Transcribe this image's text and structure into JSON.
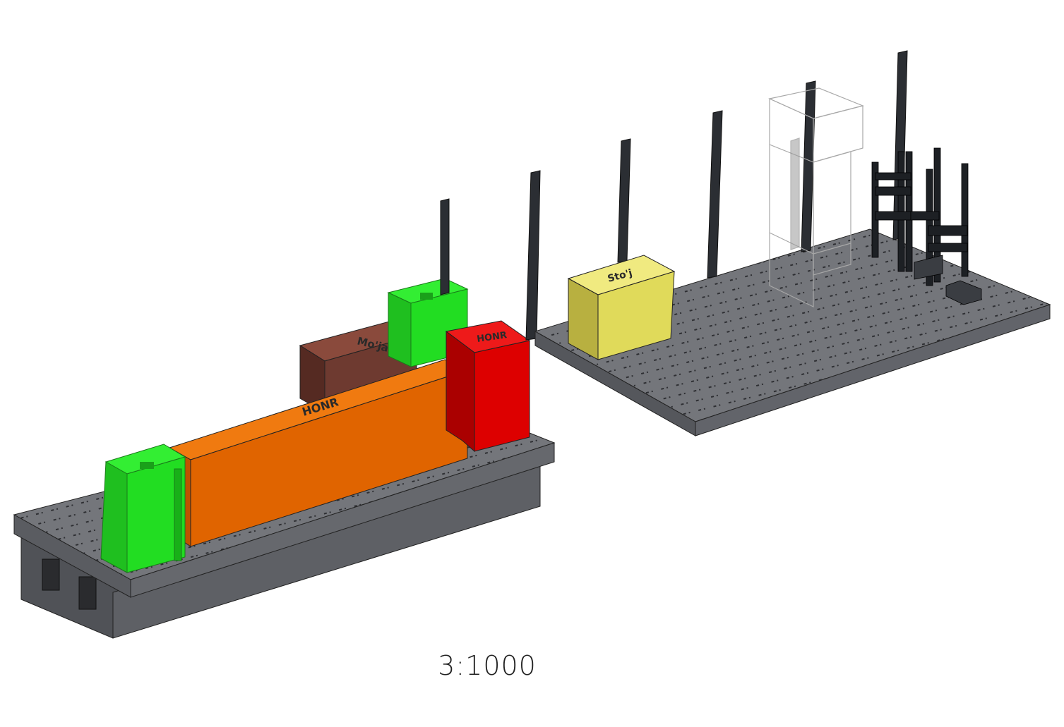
{
  "labels": {
    "orange_block": "HONR",
    "brown_block": "Mo'ja",
    "red_block": "HONR",
    "yellow_block": "Sto'j"
  },
  "scale": "3:1000",
  "colors": {
    "table": "#6a6c70",
    "green": "#22dd22",
    "orange": "#e06400",
    "brown": "#6e3a30",
    "red": "#dd0000",
    "yellow": "#e8e26a",
    "posts": "#2b2e33"
  }
}
